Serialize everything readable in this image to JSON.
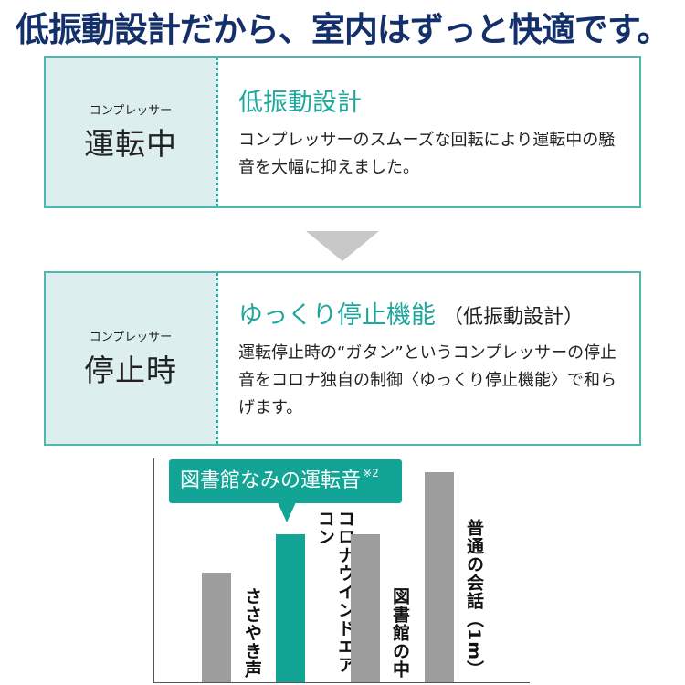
{
  "headline": "低振動設計だから、室内はずっと快適です。",
  "panels": [
    {
      "label_small": "コンプレッサー",
      "label_big": "運転中",
      "title": "低振動設計",
      "title_sub": "",
      "description": "コンプレッサーのスムーズな回転により運転中の騒音を大幅に抑えました。"
    },
    {
      "label_small": "コンプレッサー",
      "label_big": "停止時",
      "title": "ゆっくり停止機能",
      "title_sub": "（低振動設計）",
      "description": "運転停止時の“ガタン”というコンプレッサーの停止音をコロナ独自の制御〈ゆっくり停止機能〉で和らげます。"
    }
  ],
  "colors": {
    "headline": "#13306b",
    "accent": "#12a596",
    "panel_bg": "#dcefee",
    "bar_gray": "#9d9d9d",
    "arrow": "#c8c8c8"
  },
  "chart_data": {
    "type": "bar",
    "title": "",
    "callout": "図書館なみの運転音",
    "callout_note": "※2",
    "categories": [
      "ささやき声",
      "コロナウインドエアコン",
      "図書館の中",
      "普通の会話（1m）"
    ],
    "values": [
      120,
      162,
      162,
      230
    ],
    "highlight_index": 1,
    "xlabel": "",
    "ylabel": "",
    "note": "relative bar heights in px; no numeric axis shown"
  }
}
